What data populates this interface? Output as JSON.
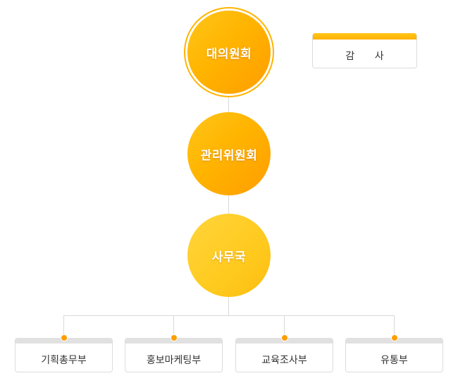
{
  "org_chart": {
    "assembly": "대의원회",
    "management_committee": "관리위원회",
    "secretariat": "사무국",
    "audit": "감 사",
    "departments": [
      {
        "label": "기획총무부"
      },
      {
        "label": "홍보마케팅부"
      },
      {
        "label": "교육조사부"
      },
      {
        "label": "유통부"
      }
    ]
  },
  "colors": {
    "accent_orange": "#ffb400",
    "accent_yellow": "#ffca1f",
    "connector_line": "#d9d9d9",
    "dept_header": "#e1e1e1",
    "dot": "#ff9e00"
  }
}
